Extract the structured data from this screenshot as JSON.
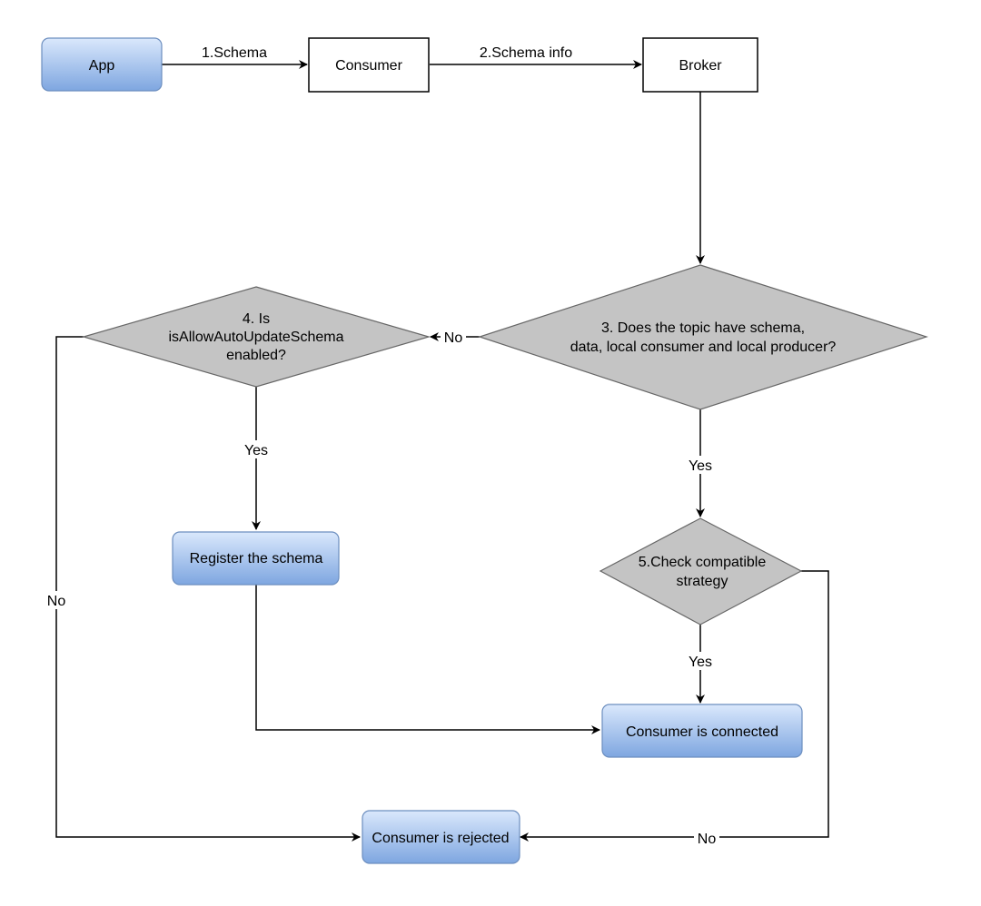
{
  "nodes": {
    "app": "App",
    "consumer": "Consumer",
    "broker": "Broker",
    "decision3": [
      "3. Does the topic have schema,",
      "data, local consumer and local producer?"
    ],
    "decision4": [
      "4. Is",
      "isAllowAutoUpdateSchema",
      "enabled?"
    ],
    "register": "Register the schema",
    "decision5": [
      "5.Check compatible",
      "strategy"
    ],
    "connected": "Consumer is connected",
    "rejected": "Consumer is rejected"
  },
  "edges": {
    "app_consumer": "1.Schema",
    "consumer_broker": "2.Schema info",
    "d3_no": "No",
    "d3_yes": "Yes",
    "d4_yes": "Yes",
    "d4_no": "No",
    "d5_yes": "Yes",
    "d5_no": "No"
  },
  "colors": {
    "blue_top": "#dae8fc",
    "blue_bottom": "#7ea6e0",
    "blue_stroke": "#6c8ebf",
    "gray_fill": "#c4c4c4",
    "gray_stroke": "#666666",
    "line": "#000000"
  }
}
